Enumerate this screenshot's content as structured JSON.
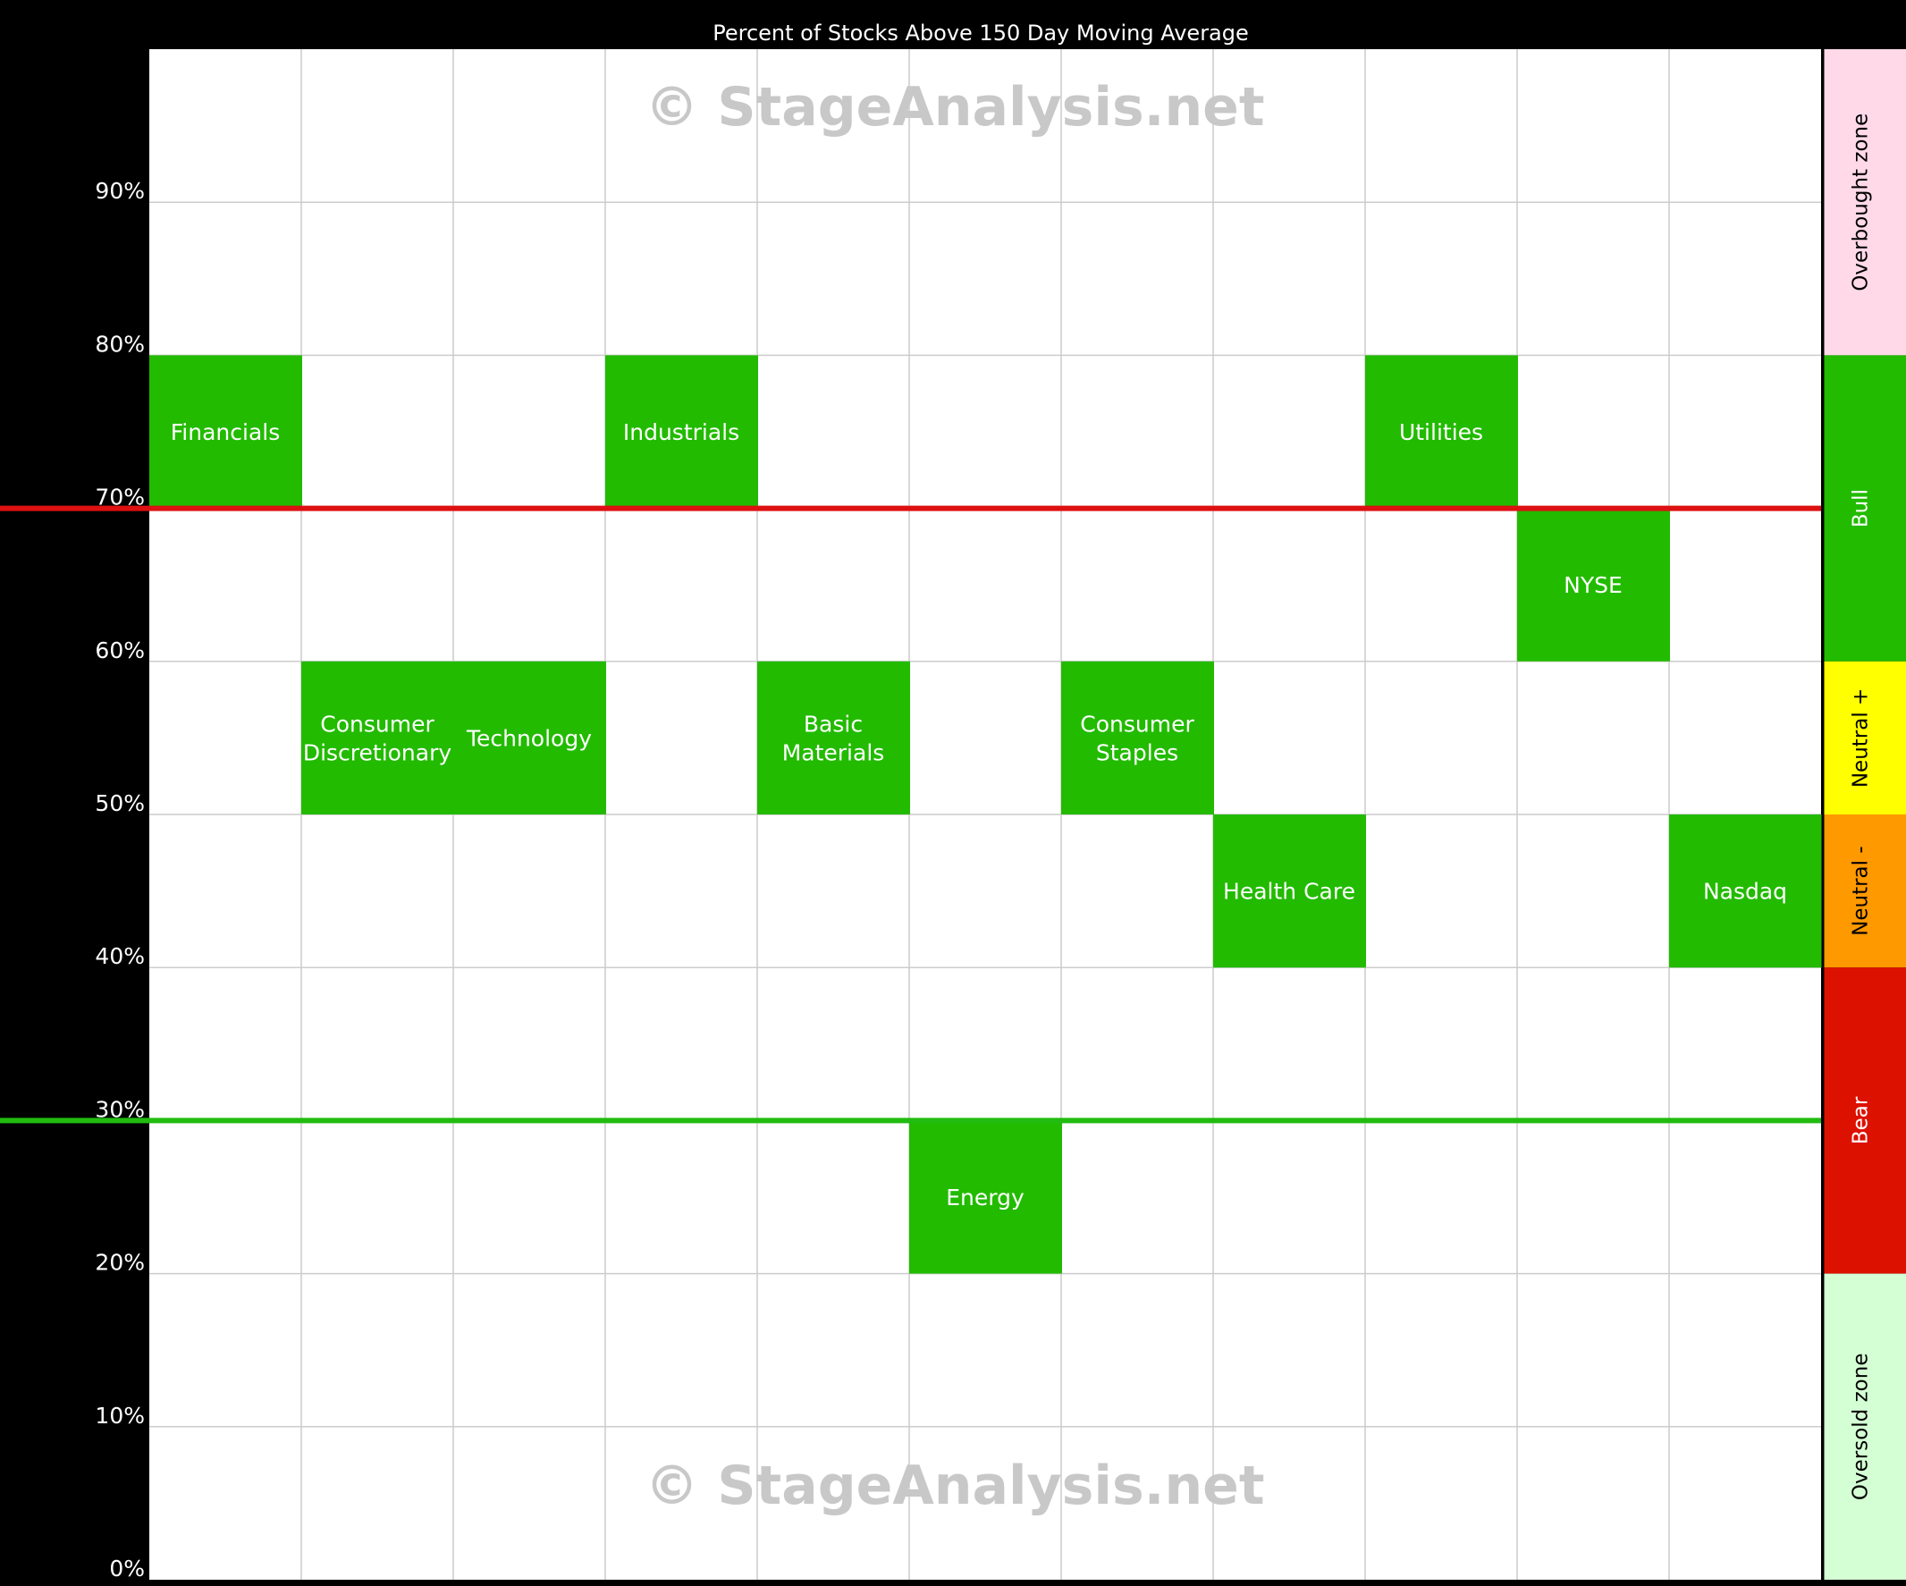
{
  "chart_data": {
    "type": "heatmap",
    "title": "Percent of Stocks Above 150 Day Moving Average",
    "ylim": [
      0,
      100
    ],
    "yticks": [
      {
        "value": 0,
        "label": "0%"
      },
      {
        "value": 10,
        "label": "10%"
      },
      {
        "value": 20,
        "label": "20%"
      },
      {
        "value": 30,
        "label": "30%"
      },
      {
        "value": 40,
        "label": "40%"
      },
      {
        "value": 50,
        "label": "50%"
      },
      {
        "value": 60,
        "label": "60%"
      },
      {
        "value": 70,
        "label": "70%"
      },
      {
        "value": 80,
        "label": "80%"
      },
      {
        "value": 90,
        "label": "90%"
      }
    ],
    "column_count": 11,
    "grid": true,
    "reference_lines": [
      {
        "value": 70,
        "color": "#dd1111"
      },
      {
        "value": 30,
        "color": "#22bb11"
      }
    ],
    "cells": [
      {
        "column": 1,
        "lines": [
          "Financials"
        ],
        "bin": [
          70,
          80
        ]
      },
      {
        "column": 2,
        "lines": [
          "Consumer",
          "Discretionary"
        ],
        "bin": [
          50,
          60
        ]
      },
      {
        "column": 3,
        "lines": [
          "Technology"
        ],
        "bin": [
          50,
          60
        ]
      },
      {
        "column": 4,
        "lines": [
          "Industrials"
        ],
        "bin": [
          70,
          80
        ]
      },
      {
        "column": 5,
        "lines": [
          "Basic",
          "Materials"
        ],
        "bin": [
          50,
          60
        ]
      },
      {
        "column": 6,
        "lines": [
          "Energy"
        ],
        "bin": [
          20,
          30
        ]
      },
      {
        "column": 7,
        "lines": [
          "Consumer",
          "Staples"
        ],
        "bin": [
          50,
          60
        ]
      },
      {
        "column": 8,
        "lines": [
          "Health Care"
        ],
        "bin": [
          40,
          50
        ]
      },
      {
        "column": 9,
        "lines": [
          "Utilities"
        ],
        "bin": [
          70,
          80
        ]
      },
      {
        "column": 10,
        "lines": [
          "NYSE"
        ],
        "bin": [
          60,
          70
        ]
      },
      {
        "column": 11,
        "lines": [
          "Nasdaq"
        ],
        "bin": [
          40,
          50
        ]
      }
    ],
    "cell_color": "#22bb00",
    "zones": [
      {
        "label": "Overbought zone",
        "range": [
          80,
          100
        ],
        "color": "#ffd9e8",
        "text_color": "#000000"
      },
      {
        "label": "Bull",
        "range": [
          60,
          80
        ],
        "color": "#22bb00",
        "text_color": "#ffffff"
      },
      {
        "label": "Neutral +",
        "range": [
          50,
          60
        ],
        "color": "#ffff00",
        "text_color": "#000000"
      },
      {
        "label": "Neutral -",
        "range": [
          40,
          50
        ],
        "color": "#ff9900",
        "text_color": "#000000"
      },
      {
        "label": "Bear",
        "range": [
          20,
          40
        ],
        "color": "#dd1100",
        "text_color": "#ffffff"
      },
      {
        "label": "Oversold zone",
        "range": [
          0,
          20
        ],
        "color": "#d4ffd4",
        "text_color": "#000000"
      }
    ],
    "watermark": "© StageAnalysis.net"
  }
}
